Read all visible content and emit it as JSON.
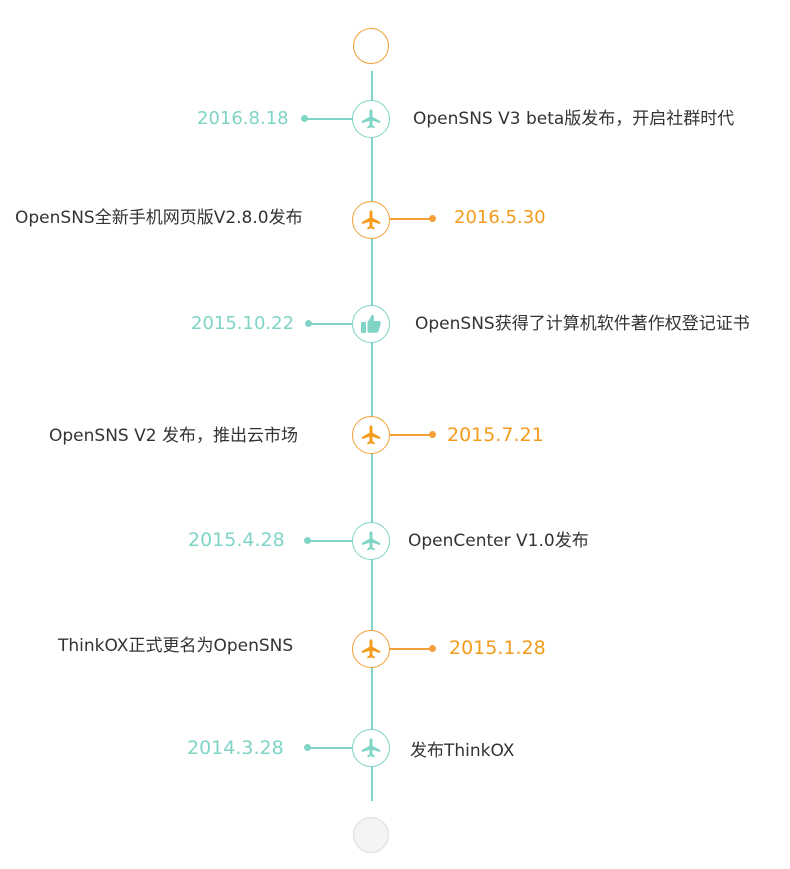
{
  "timeline": {
    "events": [
      {
        "date": "2016.8.18",
        "text": "OpenSNS V3 beta版发布，开启社群时代",
        "icon": "plane-icon"
      },
      {
        "date": "2016.5.30",
        "text": "OpenSNS全新手机网页版V2.8.0发布",
        "icon": "plane-icon"
      },
      {
        "date": "2015.10.22",
        "text": "OpenSNS获得了计算机软件著作权登记证书",
        "icon": "thumbs-up-icon"
      },
      {
        "date": "2015.7.21",
        "text": "OpenSNS V2 发布，推出云市场",
        "icon": "plane-icon"
      },
      {
        "date": "2015.4.28",
        "text": "OpenCenter V1.0发布",
        "icon": "plane-icon"
      },
      {
        "date": "2015.1.28",
        "text": "ThinkOX正式更名为OpenSNS",
        "icon": "plane-icon"
      },
      {
        "date": "2014.3.28",
        "text": "发布ThinkOX",
        "icon": "plane-icon"
      }
    ],
    "colors": {
      "teal": "#7fd4c6",
      "orange": "#f3a03a",
      "text": "#333333"
    }
  }
}
